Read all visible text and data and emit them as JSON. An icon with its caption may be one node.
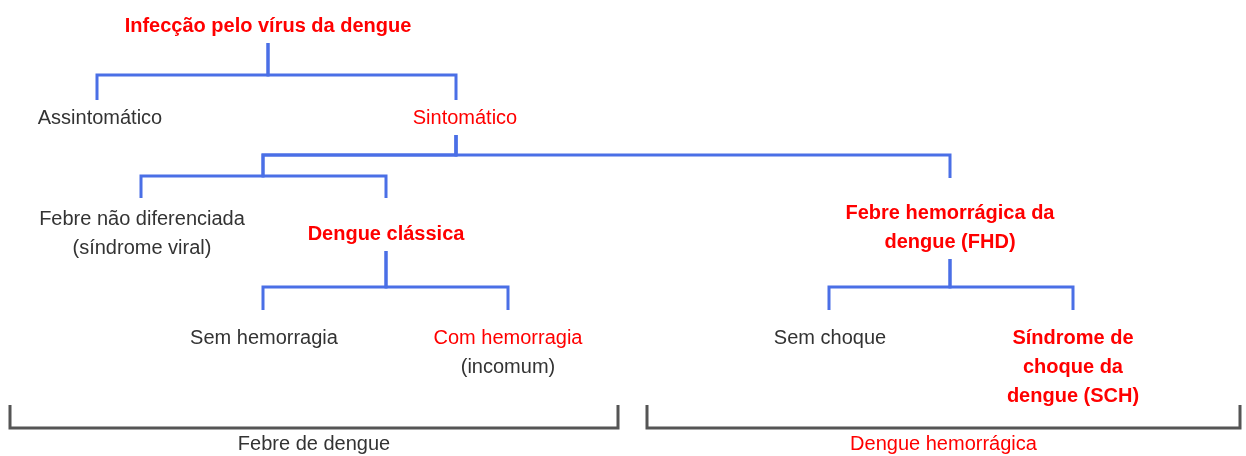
{
  "diagram": {
    "nodes": [
      {
        "text": [
          "Infecção pelo vírus da dengue"
        ]
      },
      {
        "text": [
          "Assintomático"
        ]
      },
      {
        "text": [
          "Sintomático"
        ]
      },
      {
        "text": [
          "Febre não diferenciada (síndrome viral)"
        ]
      },
      {
        "text": [
          "Dengue clássica"
        ]
      },
      {
        "text": [
          "Febre hemorrágica da dengue (FHD)"
        ]
      },
      {
        "text": [
          "Sem hemorragia"
        ]
      },
      {
        "text": [
          "Com hemorragia",
          "(incomum)"
        ]
      },
      {
        "text": [
          "Sem choque"
        ]
      },
      {
        "text": [
          "Síndrome de choque da dengue (SCH)"
        ]
      }
    ],
    "edges": [
      {
        "from": 0,
        "to": 1,
        "arrow": "none"
      },
      {
        "from": 0,
        "to": 2,
        "arrow": "none"
      },
      {
        "from": 2,
        "to": 3,
        "arrow": "none"
      },
      {
        "from": 2,
        "to": 4,
        "arrow": "none"
      },
      {
        "from": 2,
        "to": 5,
        "arrow": "none"
      },
      {
        "from": 4,
        "to": 6,
        "arrow": "none"
      },
      {
        "from": 4,
        "to": 7,
        "arrow": "none"
      },
      {
        "from": 5,
        "to": 8,
        "arrow": "none"
      },
      {
        "from": 5,
        "to": 9,
        "arrow": "none"
      }
    ],
    "labels": [
      "Febre de dengue",
      "Dengue hemorrágica"
    ]
  }
}
